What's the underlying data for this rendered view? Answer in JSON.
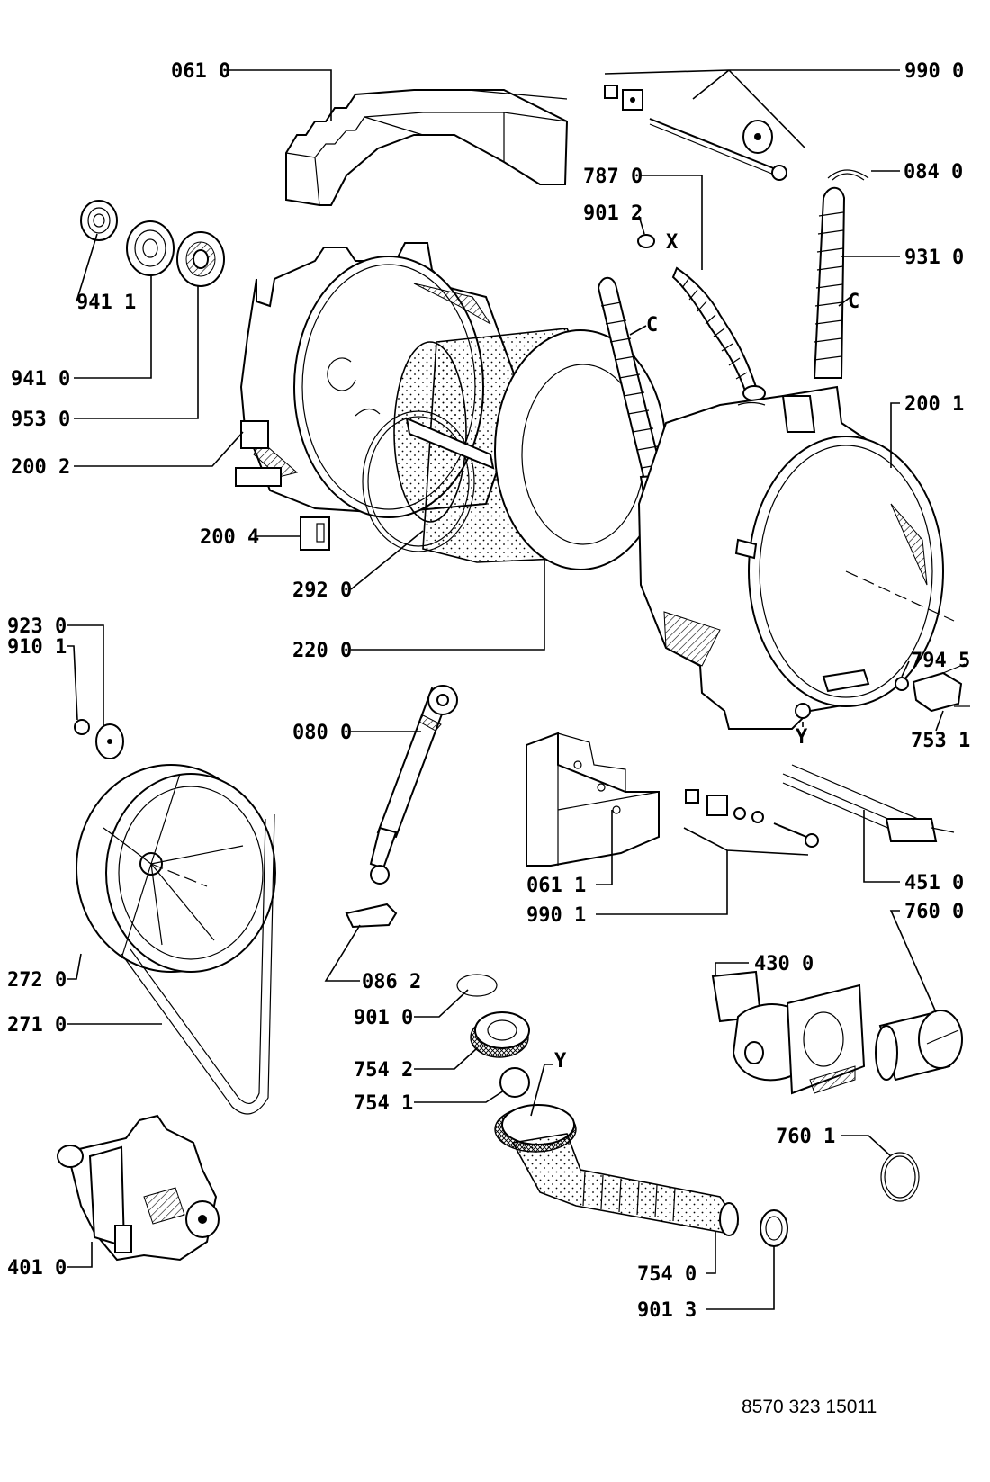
{
  "document_number": "8570 323 15011",
  "labels": {
    "p0610": "061 0",
    "p9900": "990 0",
    "p7870": "787 0",
    "p0840": "084 0",
    "p9012": "901 2",
    "x_top": "X",
    "p9310": "931 0",
    "c_right": "C",
    "c_mid": "C",
    "p9411": "941 1",
    "p9410": "941 0",
    "p9530": "953 0",
    "p2002": "200 2",
    "p2001": "200 1",
    "p2004": "200 4",
    "p2920": "292 0",
    "p2200": "220 0",
    "p9230": "923 0",
    "p9101": "910 1",
    "p7945": "794 5",
    "p7531": "753 1",
    "y_tank": "Y",
    "p0800": "080 0",
    "p0611": "061 1",
    "p9901": "990 1",
    "p4510": "451 0",
    "p7600": "760 0",
    "p2720": "272 0",
    "p2710": "271 0",
    "p0862": "086 2",
    "p4300": "430 0",
    "p9010": "901 0",
    "p7542": "754 2",
    "p7541": "754 1",
    "y_hose": "Y",
    "p7601": "760 1",
    "p4010": "401 0",
    "p7540": "754 0",
    "p9013": "901 3"
  }
}
